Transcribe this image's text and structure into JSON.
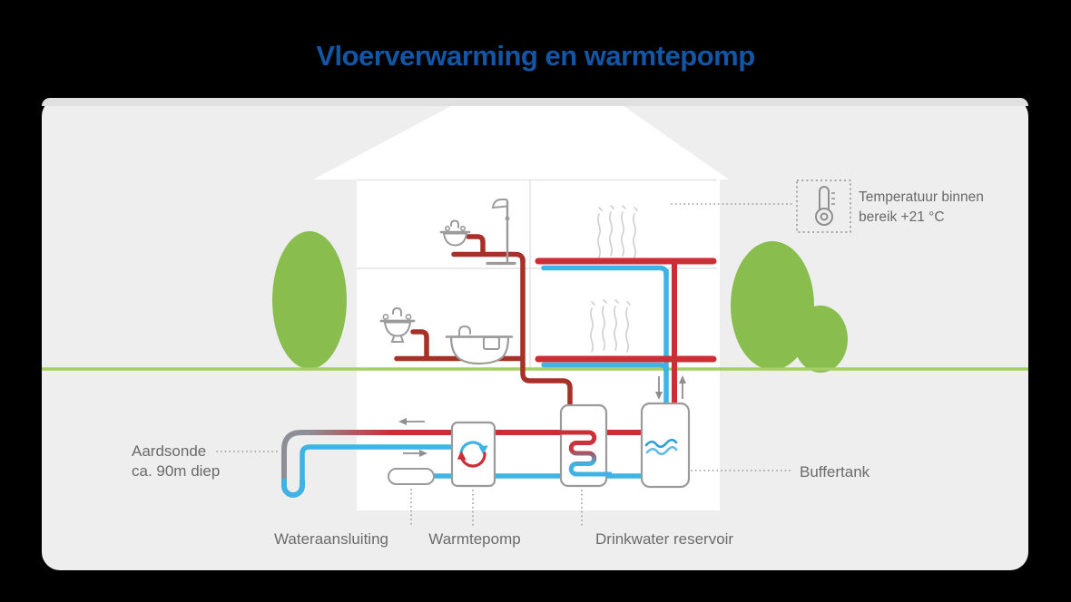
{
  "title": "Vloerverwarming en warmtepomp",
  "callout": {
    "temperature_line1": "Temperatuur binnen",
    "temperature_line2": "bereik +21 °C"
  },
  "labels": {
    "aardsonde_line1": "Aardsonde",
    "aardsonde_line2": "ca. 90m diep",
    "wateraansluiting": "Wateraansluiting",
    "warmtepomp": "Warmtepomp",
    "drinkwater_reservoir": "Drinkwater reservoir",
    "buffertank": "Buffertank"
  },
  "icons": {
    "thermometer": "thermometer-icon",
    "heat_pump_cycle": "cycle-arrows-icon",
    "sink": "washbasin-icon",
    "shower": "shower-icon",
    "bathtub": "bathtub-icon",
    "buffer_waves": "water-waves-icon",
    "heating_coil": "coil-icon",
    "heat_waves": "rising-heat-icon"
  },
  "colors": {
    "background": "#000000",
    "card": "#eeeeee",
    "title_blue": "#1356a5",
    "house_white": "#ffffff",
    "pipe_red": "#cd2e36",
    "pipe_dark_red": "#a63128",
    "pipe_cyan": "#3fb4e4",
    "pipe_gray": "#8e8e96",
    "tree_green": "#89be4e",
    "ground_green": "#a6ce66",
    "label_gray": "#6b6b6b",
    "outline_gray": "#9a9a9a"
  }
}
